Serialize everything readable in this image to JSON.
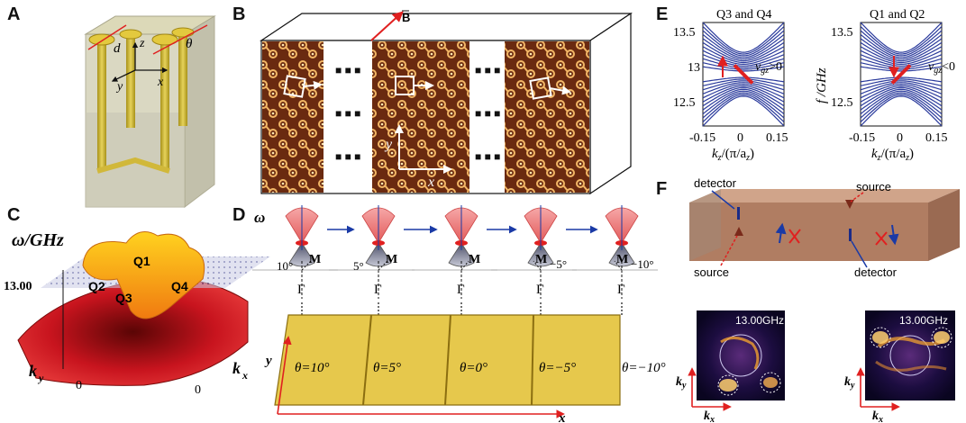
{
  "panel_labels": {
    "a": "A",
    "b": "B",
    "c": "C",
    "d": "D",
    "e": "E",
    "f": "F"
  },
  "panel_a": {
    "d": "d",
    "z": "z",
    "theta": "θ",
    "y": "y",
    "x": "x"
  },
  "panel_b": {
    "field": "B",
    "fy": "y",
    "fx": "x",
    "dots": "■ ■ ■"
  },
  "panel_c": {
    "omega": "ω/GHz",
    "q1": "Q1",
    "q2": "Q2",
    "q3": "Q3",
    "q4": "Q4",
    "level": "13.00",
    "ky": "k",
    "ky_sub": "y",
    "kx": "k",
    "kx_sub": "x",
    "zero": "0"
  },
  "panel_d": {
    "omega": "ω",
    "m": "M",
    "gamma": "Γ",
    "angles": [
      "10°",
      "5°",
      "",
      "−5°",
      "−10°"
    ],
    "thetas": [
      "θ=10°",
      "θ=5°",
      "θ=0°",
      "θ=−5°",
      "θ=−10°"
    ],
    "y": "y",
    "x": "x"
  },
  "panel_e": {
    "left_title": "Q3 and Q4",
    "right_title": "Q1 and Q2",
    "left_vg": "v",
    "left_vg_sub": "gz",
    "left_vg_rel": ">0",
    "right_vg": "v",
    "right_vg_sub": "gz",
    "right_vg_rel": "<0",
    "ylabel": "f /GHz",
    "yticks": [
      "13.5",
      "13",
      "12.5"
    ],
    "xticks": [
      "-0.15",
      "0",
      "0.15"
    ],
    "xlabel": "k",
    "xlabel_sub": "z",
    "xlabel_rest": "/(π/a",
    "xlabel_sub2": "z",
    "xlabel_end": ")"
  },
  "panel_f": {
    "detector": "detector",
    "source": "source",
    "freq": "13.00GHz",
    "kx": "k",
    "kx_sub": "x",
    "ky": "k",
    "ky_sub": "y"
  },
  "colors": {
    "gold": "#e2c64a",
    "blue_band": "#2a3a9c",
    "red_arrow": "#e02020",
    "surface_red": "#c8141e",
    "brown": "#b07d62"
  }
}
